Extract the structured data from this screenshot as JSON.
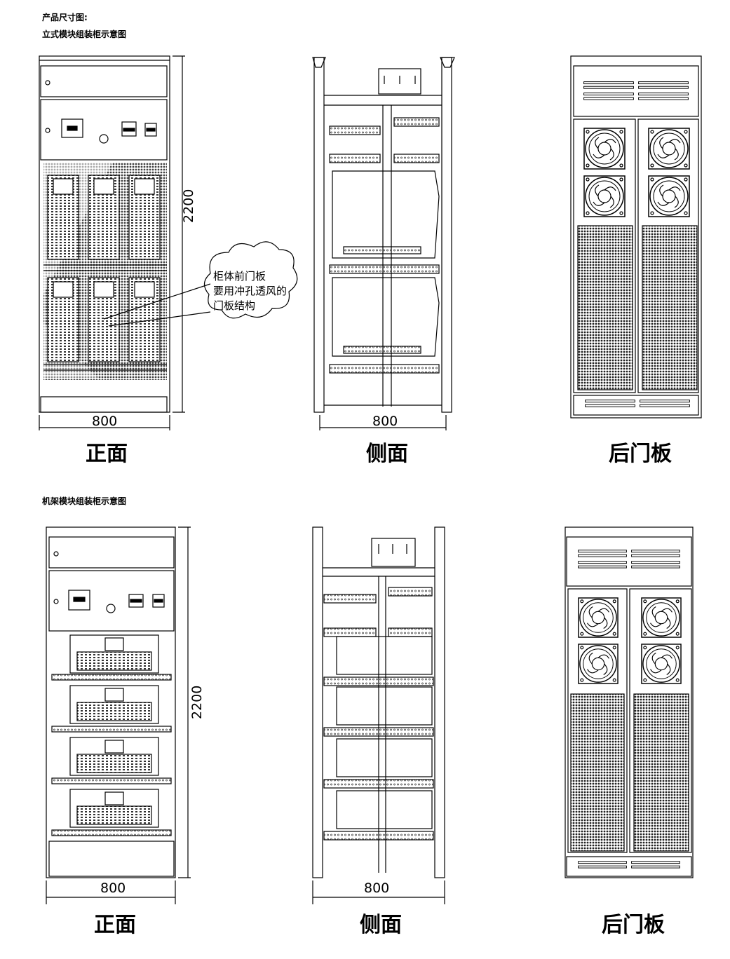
{
  "header": {
    "title": "产品尺寸图:",
    "section1": "立式模块组装柜示意图",
    "section2": "机架模块组装柜示意图"
  },
  "callout": {
    "line1": "柜体前门板",
    "line2": "要用冲孔透风的",
    "line3": "门板结构"
  },
  "views": [
    {
      "caption": "正面",
      "width": "800",
      "height": "2200"
    },
    {
      "caption": "侧面",
      "width": "800"
    },
    {
      "caption": "后门板"
    },
    {
      "caption": "正面",
      "width": "800",
      "height": "2200"
    },
    {
      "caption": "侧面",
      "width": "800"
    },
    {
      "caption": "后门板"
    }
  ]
}
